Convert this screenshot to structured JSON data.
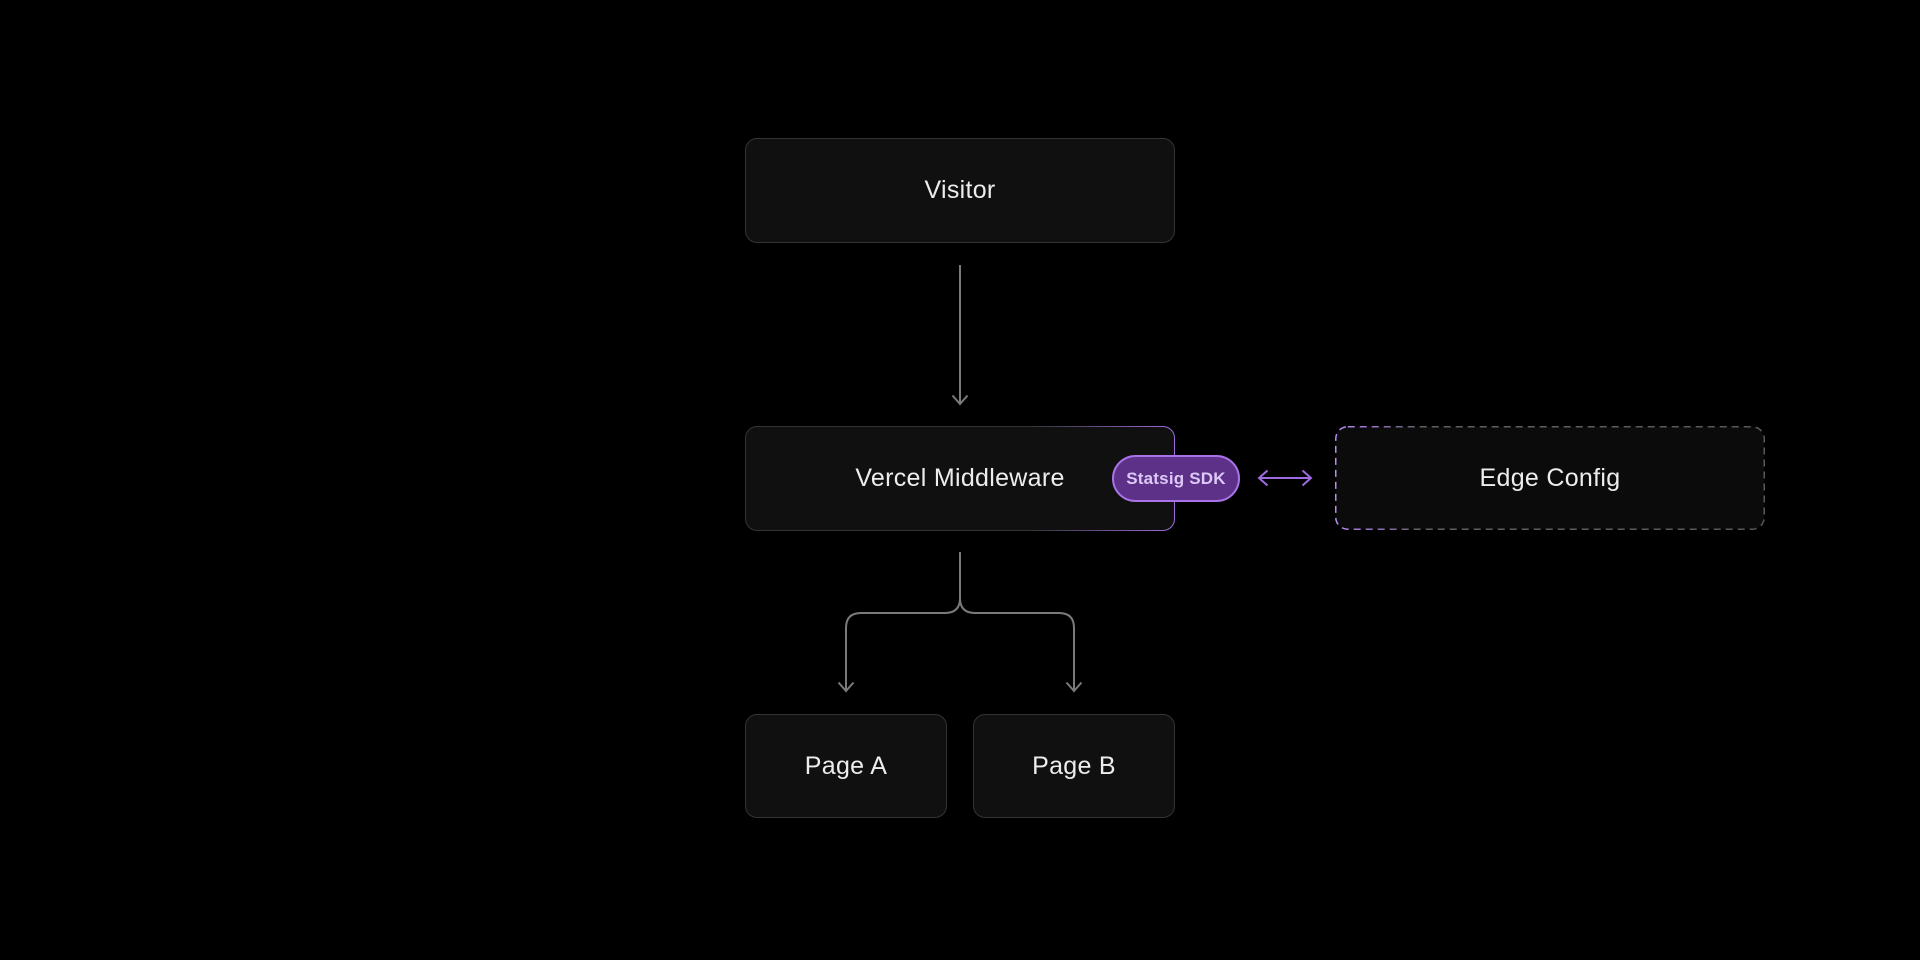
{
  "diagram": {
    "background": "#000000",
    "nodes": [
      {
        "id": "visitor",
        "label": "Visitor"
      },
      {
        "id": "vercel-middleware",
        "label": "Vercel Middleware"
      },
      {
        "id": "edge-config",
        "label": "Edge Config"
      },
      {
        "id": "page-a",
        "label": "Page A"
      },
      {
        "id": "page-b",
        "label": "Page B"
      }
    ],
    "badge": {
      "label": "Statsig SDK"
    },
    "edges": [
      {
        "from": "visitor",
        "to": "vercel-middleware",
        "style": "arrow-down"
      },
      {
        "from": "vercel-middleware",
        "to": "edge-config",
        "style": "double-arrow"
      },
      {
        "from": "vercel-middleware",
        "to": "page-a",
        "style": "arrow-down"
      },
      {
        "from": "vercel-middleware",
        "to": "page-b",
        "style": "arrow-down"
      }
    ],
    "colors": {
      "accent_purple": "#a06be0",
      "badge_fill": "#5e3189",
      "badge_border": "#a873e6",
      "badge_text": "#ddc9f7",
      "connector_gray": "#7a7a7a",
      "node_border": "#333333",
      "node_fill": "#101010",
      "node_text": "#ededed",
      "dashed_border_gray": "#5c5c5c"
    }
  }
}
